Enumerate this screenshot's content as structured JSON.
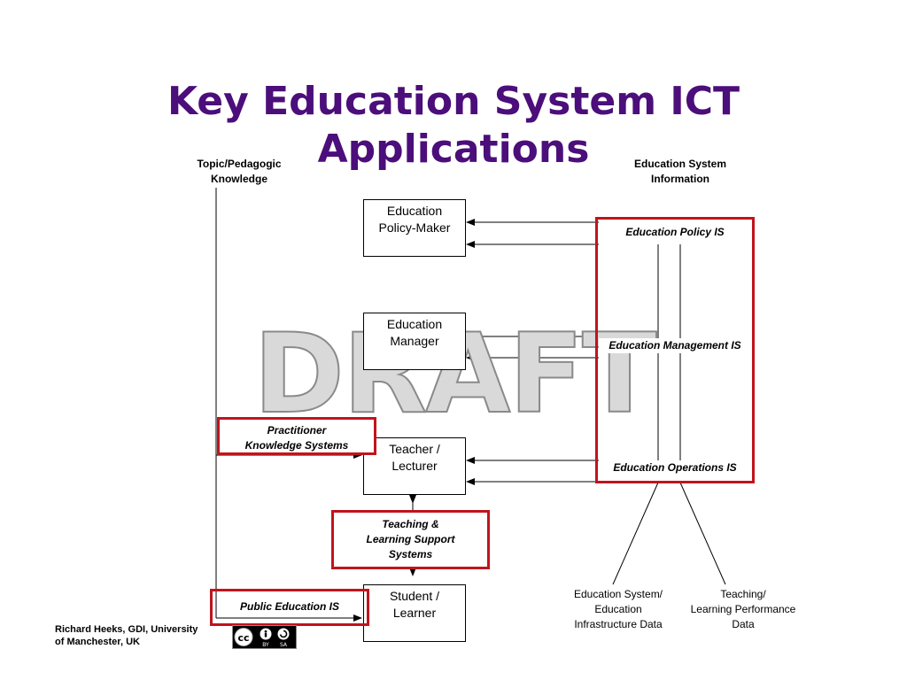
{
  "title": "Key Education System ICT Applications",
  "title_lines": [
    "Key Education System ICT",
    "Applications"
  ],
  "headers": {
    "left": [
      "Topic/Pedagogic",
      "Knowledge"
    ],
    "right": [
      "Education System",
      "Information"
    ]
  },
  "actors": {
    "policy_maker": [
      "Education",
      "Policy-Maker"
    ],
    "manager": [
      "Education",
      "Manager"
    ],
    "teacher": [
      "Teacher /",
      "Lecturer"
    ],
    "student": [
      "Student /",
      "Learner"
    ]
  },
  "systems": {
    "policy_is": "Education Policy IS",
    "management_is": "Education Management IS",
    "operations_is": "Education Operations IS",
    "practitioner": [
      "Practitioner",
      "Knowledge Systems"
    ],
    "tlss": [
      "Teaching &",
      "Learning Support",
      "Systems"
    ],
    "public_is": "Public Education IS"
  },
  "data_sources": {
    "infrastructure": [
      "Education System/",
      "Education",
      "Infrastructure Data"
    ],
    "performance": [
      "Teaching/",
      "Learning Performance",
      "Data"
    ]
  },
  "watermark": "DRAFT",
  "credit": [
    "Richard Heeks, GDI, University",
    "of Manchester, UK"
  ],
  "license": {
    "icon": "creative-commons-by-sa",
    "labels": [
      "BY",
      "SA"
    ]
  },
  "colors": {
    "title": "#4b0e7a",
    "highlight": "#c0141c"
  }
}
